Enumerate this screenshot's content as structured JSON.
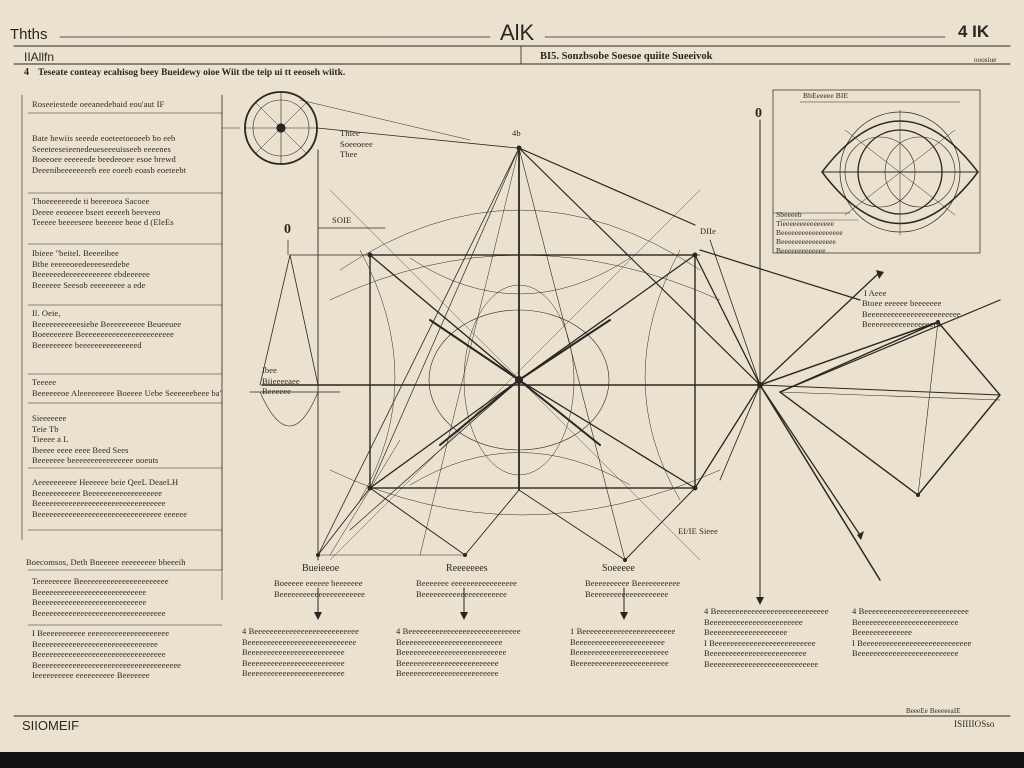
{
  "header": {
    "left_title": "Thths",
    "center_title": "AlK",
    "right_title": "4 IK",
    "sub_left": "IIAllfn",
    "sub_left_num": "4",
    "sub_left_caption": "Teseate conteay ecahisog beey Bueidewy oioe Wiit tbe teip ui tt eeoseh wiitk.",
    "sub_center": "BI5.  Sonzbsobe Soesoe quiite Sueeivok",
    "sub_right": "ooosiue"
  },
  "left_notes": [
    {
      "lines": [
        "Roseeiestede oeeanedebaid eou'aut IF"
      ]
    },
    {
      "lines": [
        "Bate hewiis seeede eoeteetoeoeeb bo eeb",
        "Seeeteeseieenedeueseeeuisseeb eeeenes",
        "Boeeoee eeeeeede beedeeoee esoe brewd",
        "Deeenibeeeeeeeeb eee eoeeb eoasb eoeteebt"
      ]
    },
    {
      "lines": [
        "Thoeeeeeeede ti beeeeoea Sacoee",
        "Deeee eeoeeee bseet eeeeeh beeveeo",
        "Teeeee beeeeseee beeeeee beoe d (EleEs"
      ]
    },
    {
      "lines": [
        "Ibieee \"beitel. Beeeeibee",
        "Btbe eeeeeoeedeeeeseedebe",
        "Beeeeeedeeeeeeeeeeee ebdeeeeee",
        "Beeeeee Seesob eeeeeeeee a ede"
      ]
    },
    {
      "lines": [
        "Il.   Oeie,",
        "Beeeeeeeeeeesiebe Beeeeeeeeee Beueeuee",
        "Boeeeeeeee Beeeeeeeeeeeeeeeeeeeeeeee",
        "Beeeeeeeee beeeeeeeeeeeeeeed"
      ]
    },
    {
      "lines": [
        "Teeeee",
        "Beeeeeeoe Aleeeeeeeee Boeeee Uebe  Seeeeeebeee ba\""
      ]
    },
    {
      "lines": [
        "Sieeeeeee",
        "Teie   Tb",
        "Tieeee a L",
        "Ibeeee eeee eeee Beed Sees",
        "Beeeeeee beeeeeeeeeeeeeeee ooeuts"
      ]
    },
    {
      "lines": [
        "Aeeeeeeeeee Heeeeee beie QeeL DeaeLH",
        "Beeeeeeeeeee Beeeeeeeeeeeeeeeeeee",
        "Beeeeeeeeeeeeeeeeeeeeeeeeeeeeeeeee",
        "Beeeeeeeeeeeeeeeeeeeeeeeeeeeeeeee eeeeee"
      ]
    },
    {
      "lines": [
        "Boecomsos, Deth Bneeeee eeeeeeeee bbeeeih"
      ]
    },
    {
      "lines": [
        "Teeeeeeeee Beeeeeeeeeeeeeeeeeeeeeee",
        "Beeeeeeeeeeeeeeeeeeeeeeeeeeee",
        "Beeeeeeeeeeeeeeeeeeeeeeeeeeee",
        "Beeeeeeeeeeeeeeeeeeeeeeeeeeeeeeeee"
      ]
    },
    {
      "lines": [
        "I  Beeeeeeeeeee eeeeeeeeeeeeeeeeeeeee",
        "Beeeeeeeeeeeeeeeeeeeeeeeeeeeeeee",
        "Beeeeeeeeeeeeeeeeeeeeeeeeeeeeeeeee",
        "Beeeeeeeeeeeeeeeeeeeeeeeeeeeeeeeeeeeee",
        "Ieeeeeeeeee eeeeeeeeee Beeeeeee"
      ]
    }
  ],
  "diagram_labels": {
    "wheel_note": [
      "Thiee",
      "Soeeoeee",
      "Thee"
    ],
    "zero_left": "0",
    "zero_top": "0",
    "mid_left_tag": "SOIE",
    "mid_left_note": [
      "Ibee",
      "Biieeeeaee",
      "Beeeeee"
    ],
    "center_tag": "4b",
    "right_tag": "DIIe",
    "right_tag2": "I Aeee",
    "right_note": [
      "Btoee eeeeee beeeeeee",
      "Beeeeeeeeeeeeeeeeeeeeeeee",
      "Beeeeeeeeeeeeeeeeeee"
    ],
    "inset_top": "BbEeeeee BIE",
    "inset_left": [
      "Sbeeeeb",
      "Tieeeeeeeeeeeeeee",
      "Beeeeeeeeeeeeeeeeee",
      "Beeeeeeeeeeeeeeee",
      "Beeeeeeeeeeeee"
    ],
    "lower_tag": "EI/IE  Sieee",
    "col_titles": [
      "Bueieeoe",
      "Reeeeeees",
      "Soeeeee"
    ]
  },
  "bottom_columns": [
    {
      "lines": [
        "Boeeeee eeeeee beeeeeee",
        "Beeeeeeeeeeeeeeeeeeeeee"
      ]
    },
    {
      "lines": [
        "Beeeeeee eeeeeeeeeeeeeeeee",
        "Beeeeeeeeeeeeeeeeeeeeee"
      ]
    },
    {
      "lines": [
        "Beeeeeeeeee Beeeeeeeeeee",
        "Beeeeeeeeeeeeeeeeeeee"
      ]
    }
  ],
  "bottom_notes": [
    {
      "lines": [
        "4  Beeeeeeeeeeeeeeeeeeeeeeeeeee",
        "Beeeeeeeeeeeeeeeeeeeeeeeeeeee",
        "Beeeeeeeeeeeeeeeeeeeeeeeee",
        "Beeeeeeeeeeeeeeeeeeeeeeeee",
        "Beeeeeeeeeeeeeeeeeeeeeeeee"
      ]
    },
    {
      "lines": [
        "4  Beeeeeeeeeeeeeeeeeeeeeeeeeeeee",
        "Beeeeeeeeeeeeeeeeeeeeeeeeee",
        "Beeeeeeeeeeeeeeeeeeeeeeeeeee",
        "Beeeeeeeeeeeeeeeeeeeeeeeee",
        "Beeeeeeeeeeeeeeeeeeeeeeeee"
      ]
    },
    {
      "lines": [
        "1  Beeeeeeeeeeeeeeeeeeeeeeee",
        "Beeeeeeeeeeeeeeeeeeeeeee",
        "Beeeeeeeeeeeeeeeeeeeeeeee",
        "Beeeeeeeeeeeeeeeeeeeeeeee"
      ]
    },
    {
      "lines": [
        "4  Beeeeeeeeeeeeeeeeeeeeeeeeeeeee",
        "Beeeeeeeeeeeeeeeeeeeeeeee",
        "Beeeeeeeeeeeeeeeeeeee",
        "I  Beeeeeeeeeeeeeeeeeeeeeeeeee",
        "Beeeeeeeeeeeeeeeeeeeeeeeee",
        "Beeeeeeeeeeeeeeeeeeeeeeeeeeee"
      ]
    },
    {
      "lines": [
        "4  Beeeeeeeeeeeeeeeeeeeeeeeeeee",
        "Beeeeeeeeeeeeeeeeeeeeeeeeee",
        "Beeeeeeeeeeeeee",
        "I  Beeeeeeeeeeeeeeeeeeeeeeeeeeee",
        "Beeeeeeeeeeeeeeeeeeeeeeeeee"
      ]
    }
  ],
  "footer": {
    "left": "SIIOMEIF",
    "right_small": "BeeeEe BeeeeeaIE",
    "right": "ISIIIIOSso"
  }
}
